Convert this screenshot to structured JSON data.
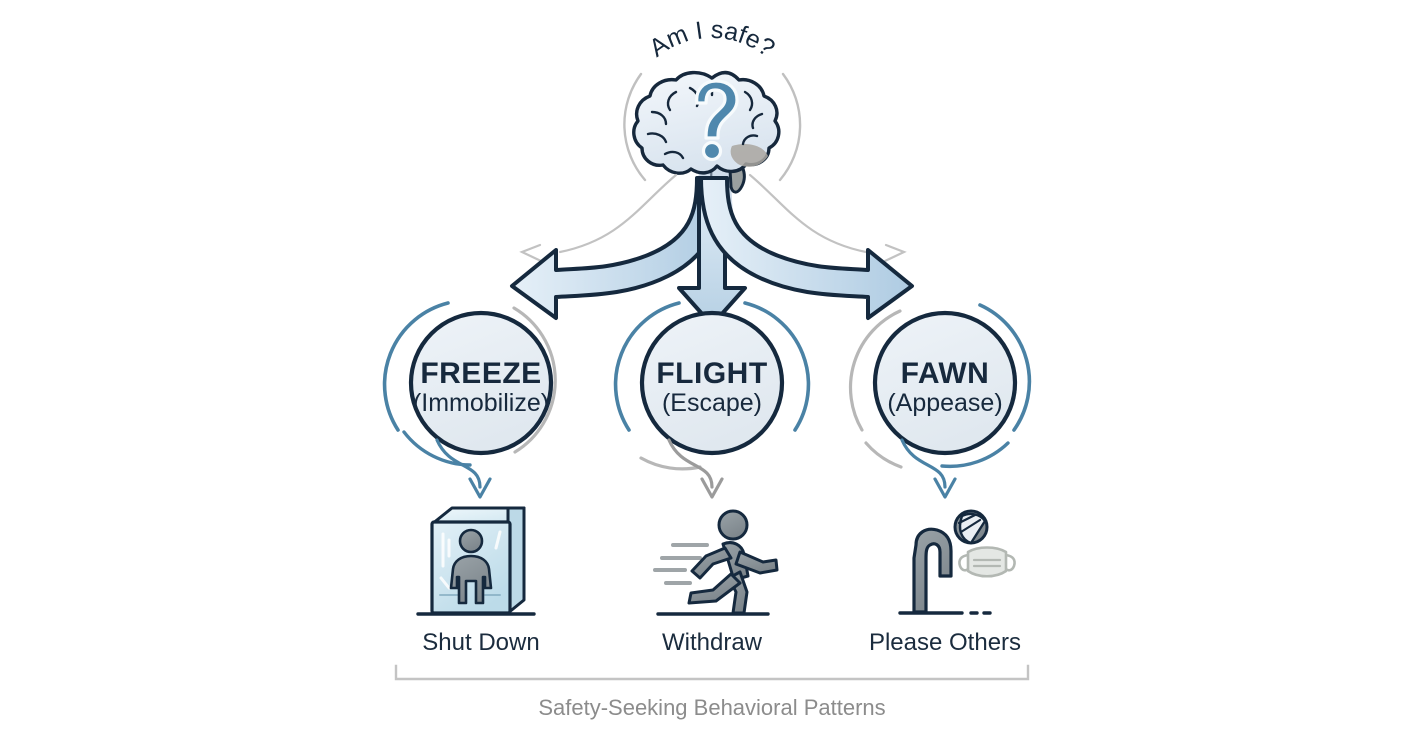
{
  "diagram": {
    "title_caption": "Safety-Seeking Behavioral Patterns",
    "source_prompt": "Am I safe?",
    "source_icon": "brain-question-icon",
    "palette": {
      "background": "#ffffff",
      "outline_navy": "#16283c",
      "fill_pale_blue": "#e7edf3",
      "accent_steel_blue": "#3f7fa6",
      "arrow_fill_light": "#c9dced",
      "ghost_gray": "#b9b9b9",
      "figure_gray": "#8d9499",
      "caption_gray": "#8c8c8c",
      "ice_blue": "#cfe4ef"
    },
    "branches": [
      {
        "id": "freeze",
        "title": "FREEZE",
        "subtitle": "(Immobilize)",
        "outcome_label": "Shut Down",
        "outcome_icon": "person-in-ice-block-icon",
        "connector_color": "#3f7fa6"
      },
      {
        "id": "flight",
        "title": "FLIGHT",
        "subtitle": "(Escape)",
        "outcome_label": "Withdraw",
        "outcome_icon": "running-person-icon",
        "connector_color": "#9b9b9b"
      },
      {
        "id": "fawn",
        "title": "FAWN",
        "subtitle": "(Appease)",
        "outcome_label": "Please Others",
        "outcome_icon": "bowing-person-with-mask-icon",
        "connector_color": "#3f7fa6"
      }
    ]
  }
}
